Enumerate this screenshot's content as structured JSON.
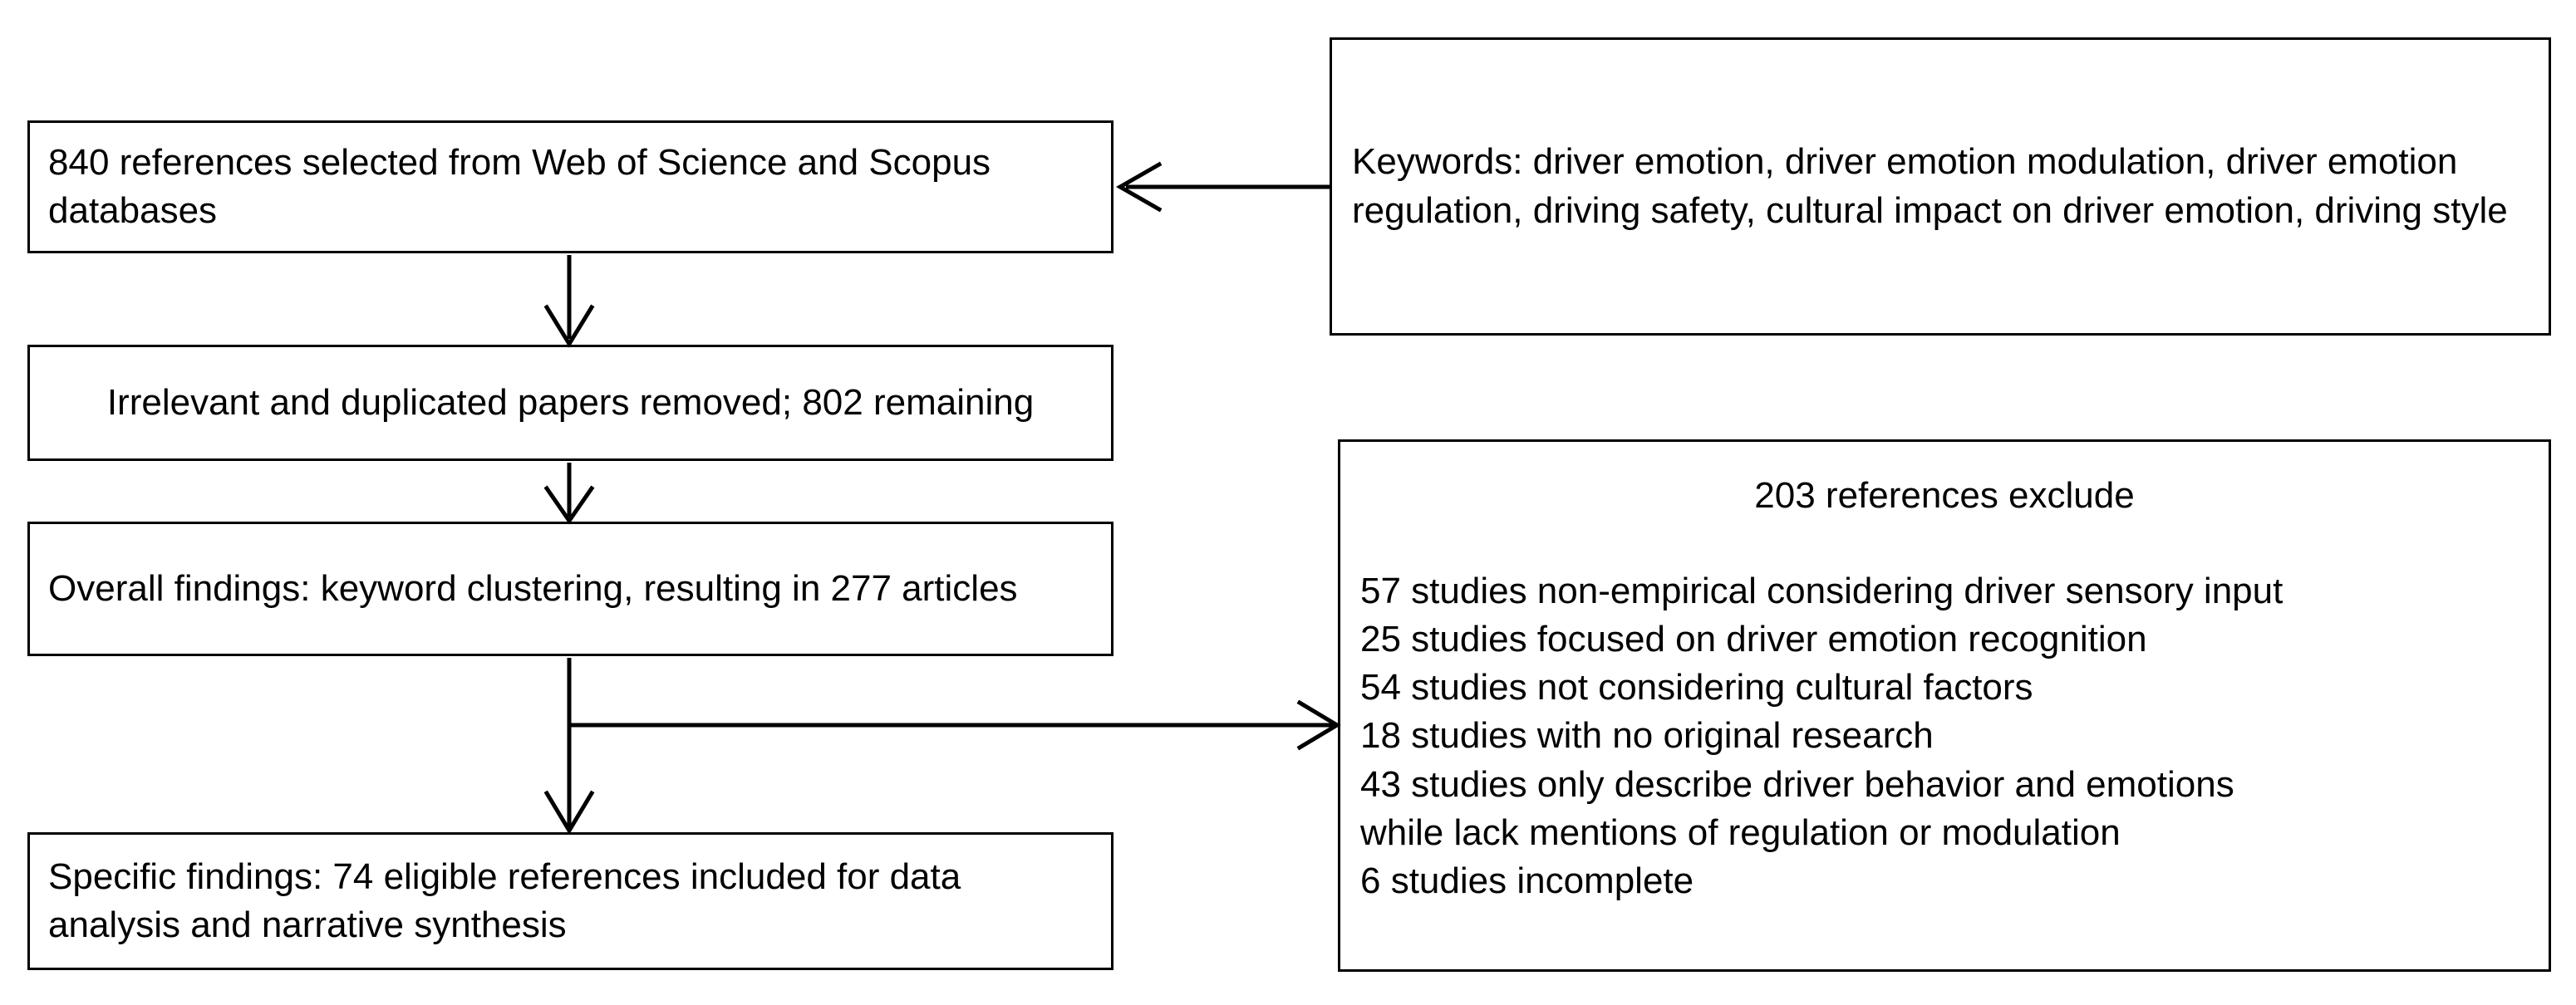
{
  "diagram": {
    "title": "PRISMA-style literature selection flow diagram",
    "background_color": "#ffffff",
    "stroke_color": "#000000",
    "boxes": {
      "identification": {
        "text": "840 references selected from Web of Science and Scopus databases",
        "align": "left"
      },
      "screening": {
        "text": "Irrelevant and duplicated papers removed; 802 remaining",
        "align": "center"
      },
      "overall_findings": {
        "text": "Overall findings: keyword clustering, resulting in 277 articles",
        "align": "left"
      },
      "specific_findings": {
        "text": "Specific findings: 74 eligible references included for data analysis and narrative synthesis",
        "align": "left"
      },
      "keywords": {
        "text": "Keywords: driver emotion, driver emotion modulation, driver emotion regulation, driving safety, cultural impact on driver emotion, driving style",
        "align": "left"
      },
      "excluded": {
        "title": "203 references exclude",
        "reasons": [
          "57 studies non-empirical considering driver sensory input",
          "25 studies focused on driver emotion recognition",
          "54 studies not considering cultural factors",
          "18 studies with no original research",
          "43 studies only describe driver behavior and emotions",
          "while lack mentions of regulation or modulation",
          "6 studies incomplete"
        ]
      }
    },
    "connectors": [
      {
        "name": "keywords-to-identification",
        "direction": "left"
      },
      {
        "name": "identification-to-screening",
        "direction": "down"
      },
      {
        "name": "screening-to-overall",
        "direction": "down"
      },
      {
        "name": "overall-to-specific",
        "direction": "down"
      },
      {
        "name": "overall-to-excluded",
        "direction": "right"
      }
    ]
  }
}
